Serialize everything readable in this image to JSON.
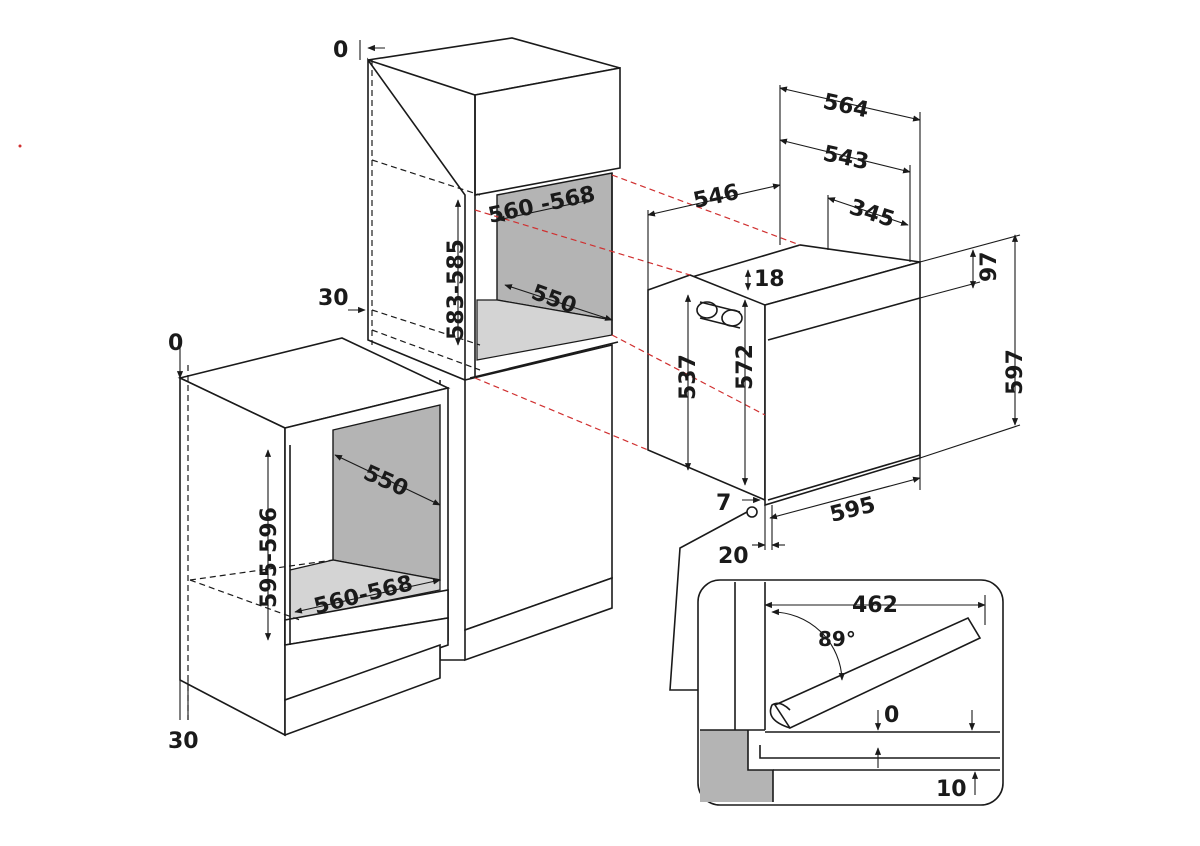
{
  "dimensions": {
    "tall_top_clearance": "0",
    "tall_side_gap": "30",
    "tall_niche_width": "560 -568",
    "tall_niche_height": "583-585",
    "tall_niche_depth": "550",
    "base_top_clearance": "0",
    "base_bottom_gap": "30",
    "base_niche_depth": "550",
    "base_niche_height": "595-596",
    "base_niche_width": "560-568",
    "oven_total_depth": "564",
    "oven_body_depth": "543",
    "oven_depth_546": "546",
    "oven_depth_345": "345",
    "oven_top_offset": "18",
    "oven_panel_height": "97",
    "oven_height": "597",
    "oven_body_height": "537",
    "oven_cavity_height": "572",
    "oven_width": "595",
    "oven_bottom_gap": "7",
    "oven_front_offset": "20"
  },
  "detail": {
    "door_open_width": "462",
    "door_angle": "89°",
    "gap_top": "0",
    "gap_bottom": "10"
  },
  "colors": {
    "cavity": "#b4b4b4",
    "guide_lines": "#d03030",
    "ink": "#1a1a1a"
  }
}
